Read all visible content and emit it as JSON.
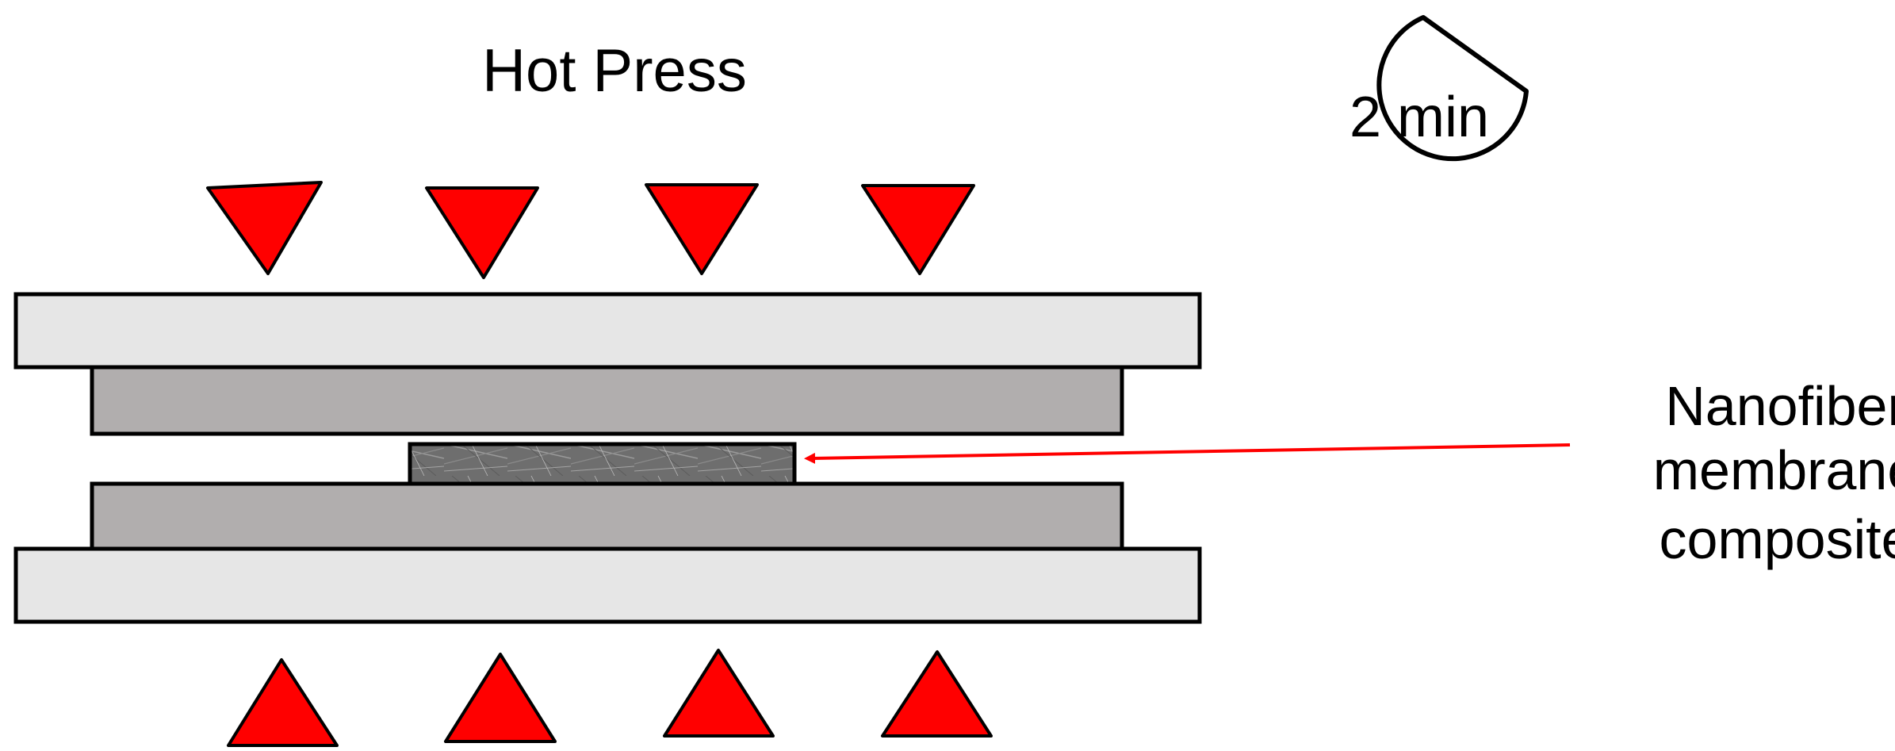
{
  "title": "Hot Press",
  "timer": {
    "label": "2 min",
    "icon": "timer-icon"
  },
  "sample_label": {
    "lines": [
      "Nanofiber",
      "membrane",
      "composite"
    ]
  },
  "colors": {
    "arrow_fill": "#ff0000",
    "outer_plate": "#e6e6e6",
    "inner_plate": "#b1aeae",
    "membrane": "#7a7a7a",
    "pointer": "#ff0000",
    "outline": "#000000"
  }
}
